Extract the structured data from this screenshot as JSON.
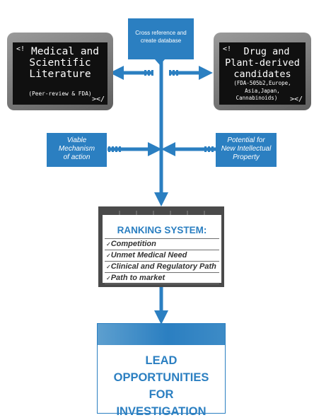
{
  "diagram": {
    "left_monitor": {
      "open_tag": "<!",
      "title_lines": [
        "Medical and",
        "Scientific",
        "Literature"
      ],
      "subtitle": "(Peer-review & FDA)",
      "close_tag": "></"
    },
    "right_monitor": {
      "open_tag": "<!",
      "title_lines": [
        "Drug and",
        "Plant-derived",
        "candidates"
      ],
      "subtitle_lines": [
        "(FDA-505b2,Europe,",
        "Asia,Japan,",
        "Cannabinoids)"
      ],
      "close_tag": "></"
    },
    "top_callout": [
      "Cross reference and",
      "create database"
    ],
    "left_callout": [
      "Viable",
      "Mechanism",
      "of action"
    ],
    "right_callout": [
      "Potential for",
      "New Intellectual",
      "Property"
    ],
    "ranking": {
      "title": "RANKING SYSTEM:",
      "check_mark": "✓",
      "items": [
        "Competition",
        "Unmet Medical Need",
        "Clinical and Regulatory Path",
        "Path to market"
      ]
    },
    "lead_box": [
      "LEAD",
      "OPPORTUNITIES",
      "FOR",
      "INVESTIGATION"
    ],
    "colors": {
      "accent": "#2b7fc1",
      "monitor_bezel": "#7a7a7a",
      "screen": "#101010"
    }
  }
}
